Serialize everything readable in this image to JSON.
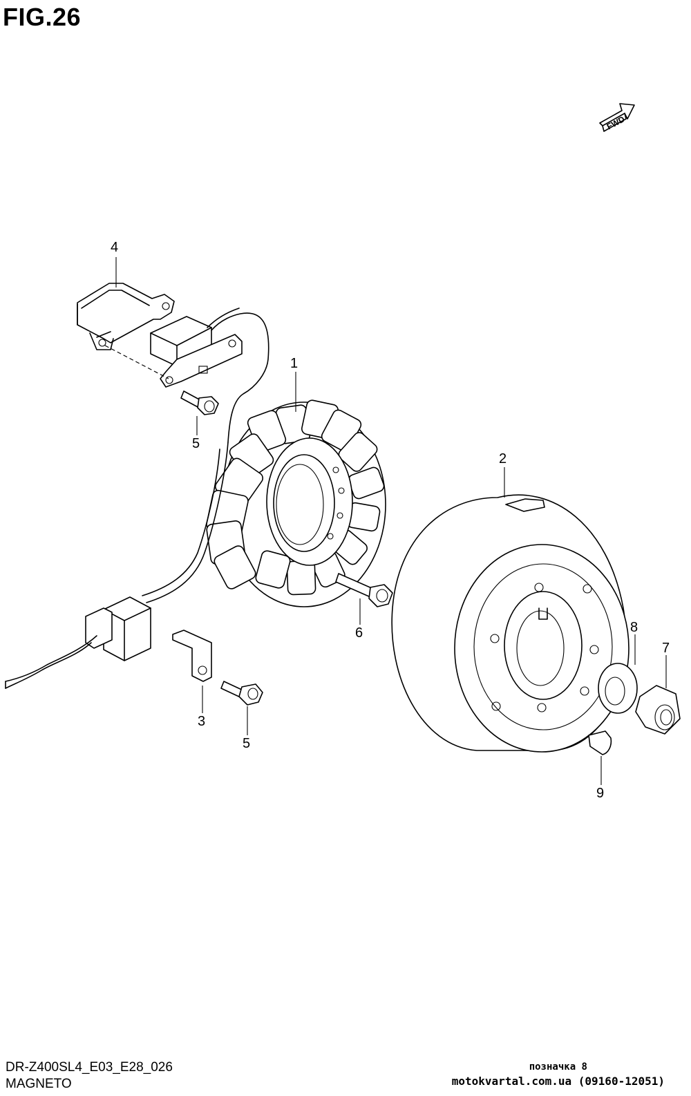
{
  "figure": {
    "title": "FIG.26",
    "model_code": "DR-Z400SL4_E03_E28_026",
    "section_name": "MAGNETO",
    "watermark_line1": "позначка 8",
    "watermark_line2": "motokvartal.com.ua (09160-12051)",
    "direction_indicator": "FWD"
  },
  "callouts": {
    "c1": "1",
    "c2": "2",
    "c3": "3",
    "c4": "4",
    "c5a": "5",
    "c5b": "5",
    "c6": "6",
    "c7": "7",
    "c8": "8",
    "c9": "9"
  },
  "colors": {
    "line": "#000000",
    "background": "#ffffff"
  }
}
